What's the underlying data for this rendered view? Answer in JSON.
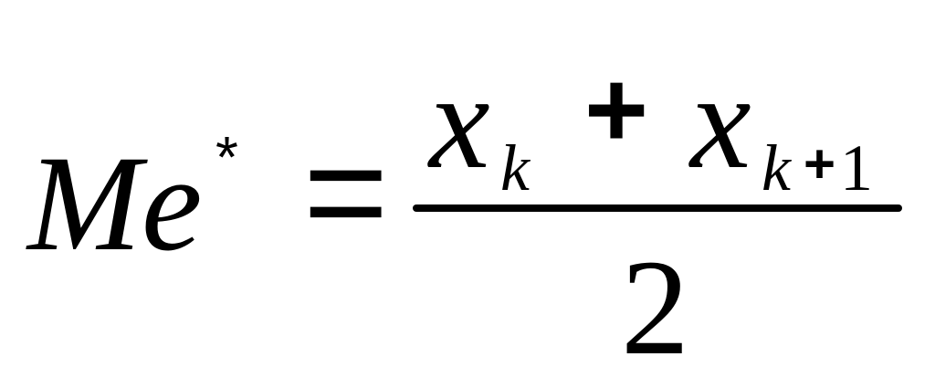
{
  "formula": {
    "lhs": {
      "symbol": "Me",
      "superscript": "*"
    },
    "relation": "=",
    "numerator": {
      "term1": {
        "base": "x",
        "subscript": "k"
      },
      "operator": "+",
      "term2": {
        "base": "x",
        "subscript_var": "k",
        "subscript_op": "+",
        "subscript_num": "1"
      }
    },
    "denominator": "2"
  }
}
